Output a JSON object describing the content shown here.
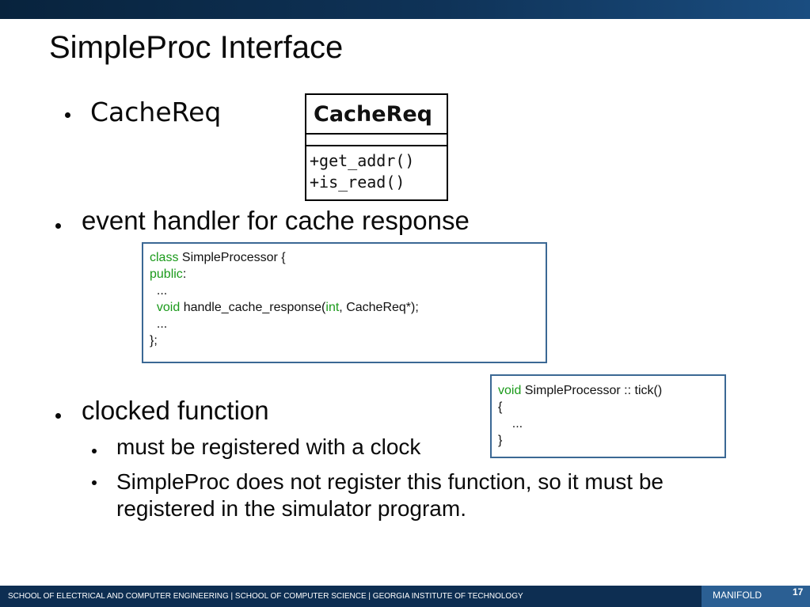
{
  "title": "SimpleProc Interface",
  "bullets": {
    "cachereq": "CacheReq",
    "event_handler": "event handler for cache response",
    "clocked": "clocked function",
    "sub1": "must be registered with a clock",
    "sub2": "SimpleProc does not register this function, so it must be registered in the simulator program."
  },
  "uml": {
    "class_name": "CacheReq",
    "operations": [
      "+get_addr()",
      "+is_read()"
    ]
  },
  "code1": {
    "l1_kw": "class",
    "l1_rest": " SimpleProcessor {",
    "l2_kw": "public",
    "l2_rest": ":",
    "l3": "  ...",
    "l4_indent": "  ",
    "l4_kw": "void",
    "l4_mid": " handle_cache_response(",
    "l4_kw2": "int",
    "l4_rest": ", CacheReq*);",
    "l5": "  ...",
    "l6": "};"
  },
  "code2": {
    "l1_kw": "void",
    "l1_rest": " SimpleProcessor :: tick()",
    "l2": "{",
    "l3": "    ...",
    "l4": "}"
  },
  "footer": {
    "text": "SCHOOL OF ELECTRICAL AND COMPUTER ENGINEERING | SCHOOL OF COMPUTER SCIENCE | GEORGIA INSTITUTE OF TECHNOLOGY",
    "label": "MANIFOLD",
    "page": "17"
  },
  "colors": {
    "keyword": "#1a9a1a",
    "code_border": "#3b6894",
    "footer_bg": "#0d2e52",
    "footer_accent": "#2b5f93"
  }
}
